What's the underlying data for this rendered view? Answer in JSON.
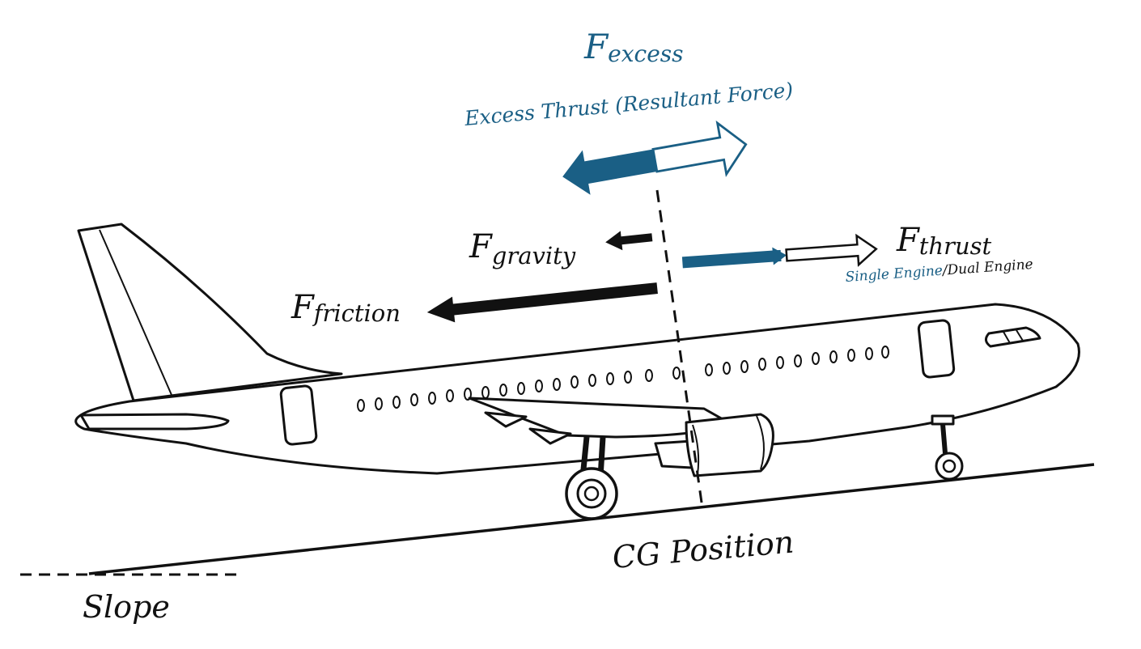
{
  "colors": {
    "accent": "#1a5f85",
    "ink": "#111111",
    "background": "#ffffff"
  },
  "labels": {
    "excess": {
      "symbol": "F",
      "subscript": "excess",
      "description": "Excess Thrust (Resultant Force)"
    },
    "gravity": {
      "symbol": "F",
      "subscript": "gravity"
    },
    "friction": {
      "symbol": "F",
      "subscript": "friction"
    },
    "thrust": {
      "symbol": "F",
      "subscript": "thrust",
      "engine_single": "Single Engine",
      "separator": "/",
      "engine_dual": "Dual Engine"
    },
    "cg_position": "CG Position",
    "slope": "Slope"
  },
  "icons": {
    "excess_arrow": "double-arrow-icon",
    "gravity_arrow": "arrow-left-icon",
    "friction_arrow": "arrow-left-icon",
    "thrust_arrow": "arrow-right-icon",
    "aircraft": "airplane-icon"
  }
}
